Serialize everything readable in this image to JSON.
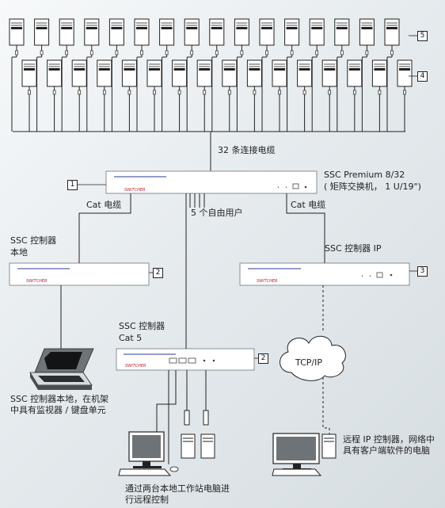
{
  "labels": {
    "cables_32": "32 条连接电缆",
    "ssc_premium": "SSC Premium 8/32",
    "ssc_premium_sub": "( 矩阵交换机， 1 U/19\")",
    "cat_left": "Cat 电缆",
    "cat_right": "Cat 电缆",
    "free_users": "5 个自由用户",
    "ctrl_local_1": "SSC 控制器",
    "ctrl_local_2": "本地",
    "ctrl_ip": "SSC 控制器 IP",
    "ctrl_cat5_1": "SSC 控制器",
    "ctrl_cat5_2": "Cat 5",
    "tcpip": "TCP/IP",
    "local_desc": "SSC 控制器本地，在机架中具有监视器 / 键盘单元",
    "remote_ip_desc": "远程 IP 控制器，网络中具有客户端软件的电脑",
    "bottom_desc": "通过两台本地工作站电脑进行远程控制",
    "brand": "SWITCHER"
  },
  "callouts": {
    "premium": "1",
    "local": "2",
    "cat5": "2",
    "ip": "3",
    "row1": "5",
    "row2": "4"
  },
  "colors": {
    "line": "#222222",
    "device_border": "#8a8f93",
    "accent_red": "#c0192e",
    "accent_blue": "#2a3c9a"
  }
}
